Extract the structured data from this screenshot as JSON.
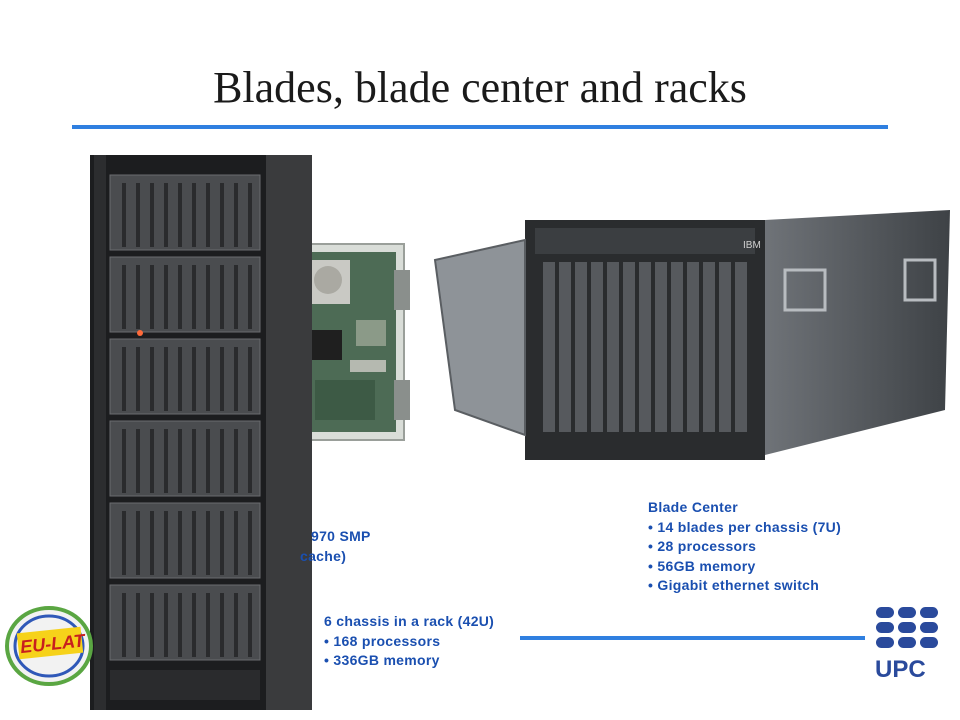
{
  "slide": {
    "title": "Blades, blade center and racks"
  },
  "captions": {
    "blade": {
      "line1": "970  SMP",
      "line2": "cache)"
    },
    "blade_center": {
      "heading": "Blade  Center",
      "items": [
        "• 14  blades  per  chassis  (7U)",
        "•  28  processors",
        "•  56GB  memory",
        "•  Gigabit  ethernet  switch"
      ]
    },
    "rack": {
      "heading": "6  chassis  in  a  rack  (42U)",
      "items": [
        "•  168  processors",
        "•  336GB  memory"
      ]
    }
  },
  "logos": {
    "eulat": "EU-LAT",
    "upc": "UPC"
  },
  "chassis": {
    "brand": "IBM"
  }
}
